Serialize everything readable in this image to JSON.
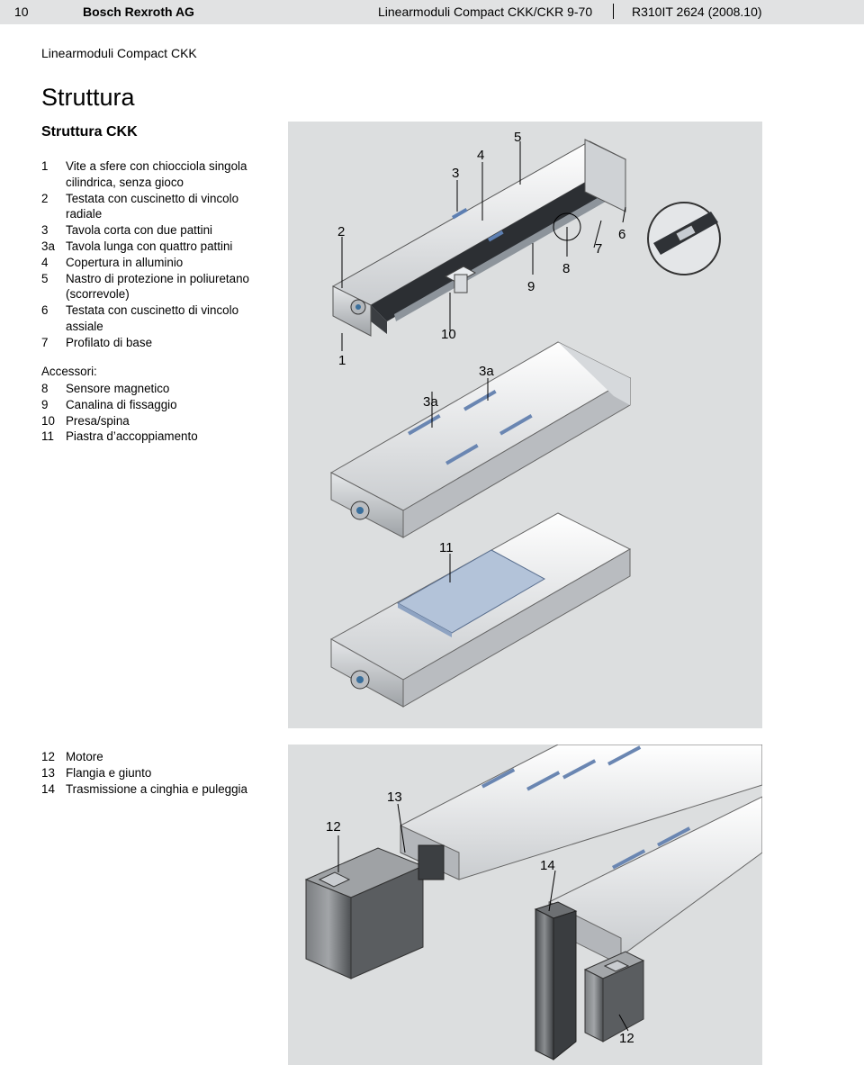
{
  "header": {
    "page_number": "10",
    "company": "Bosch Rexroth AG",
    "product": "Linearmoduli Compact CKK/CKR 9-70",
    "doc_code": "R310IT 2624 (2008.10)"
  },
  "section_kicker": "Linearmoduli Compact CKK",
  "page_title": "Struttura",
  "subtitle": "Struttura CKK",
  "components": [
    {
      "num": "1",
      "text": "Vite a sfere con chiocciola singola cilindrica, senza gioco"
    },
    {
      "num": "2",
      "text": "Testata con cuscinetto di vincolo radiale"
    },
    {
      "num": "3",
      "text": "Tavola corta con due pattini"
    },
    {
      "num": "3a",
      "text": "Tavola lunga con quattro pattini"
    },
    {
      "num": "4",
      "text": "Copertura in alluminio"
    },
    {
      "num": "5",
      "text": "Nastro di protezione in poliuretano (scorrevole)"
    },
    {
      "num": "6",
      "text": "Testata con cuscinetto di vincolo assiale"
    },
    {
      "num": "7",
      "text": "Profilato di base"
    }
  ],
  "accessories_title": "Accessori:",
  "accessories": [
    {
      "num": "8",
      "text": "Sensore magnetico"
    },
    {
      "num": "9",
      "text": "Canalina di fissaggio"
    },
    {
      "num": "10",
      "text": "Presa/spina"
    },
    {
      "num": "11",
      "text": "Piastra d’accoppiamento"
    }
  ],
  "drives": [
    {
      "num": "12",
      "text": "Motore"
    },
    {
      "num": "13",
      "text": "Flangia e giunto"
    },
    {
      "num": "14",
      "text": "Trasmissione a cinghia e puleggia"
    }
  ],
  "figure1_callouts": [
    "1",
    "2",
    "3",
    "4",
    "5",
    "6",
    "7",
    "8",
    "9",
    "10",
    "3a",
    "3a",
    "11"
  ],
  "figure2_callouts": [
    "12",
    "13",
    "14",
    "12"
  ],
  "colors": {
    "header_bg": "#e1e2e3",
    "figure_bg": "#dcdedf",
    "metal_light": "#f2f3f4",
    "metal_mid": "#c4c7ca",
    "metal_dark": "#6b6f73",
    "motor_dark": "#4a4c4e",
    "accent_blue": "#6f86a6"
  }
}
